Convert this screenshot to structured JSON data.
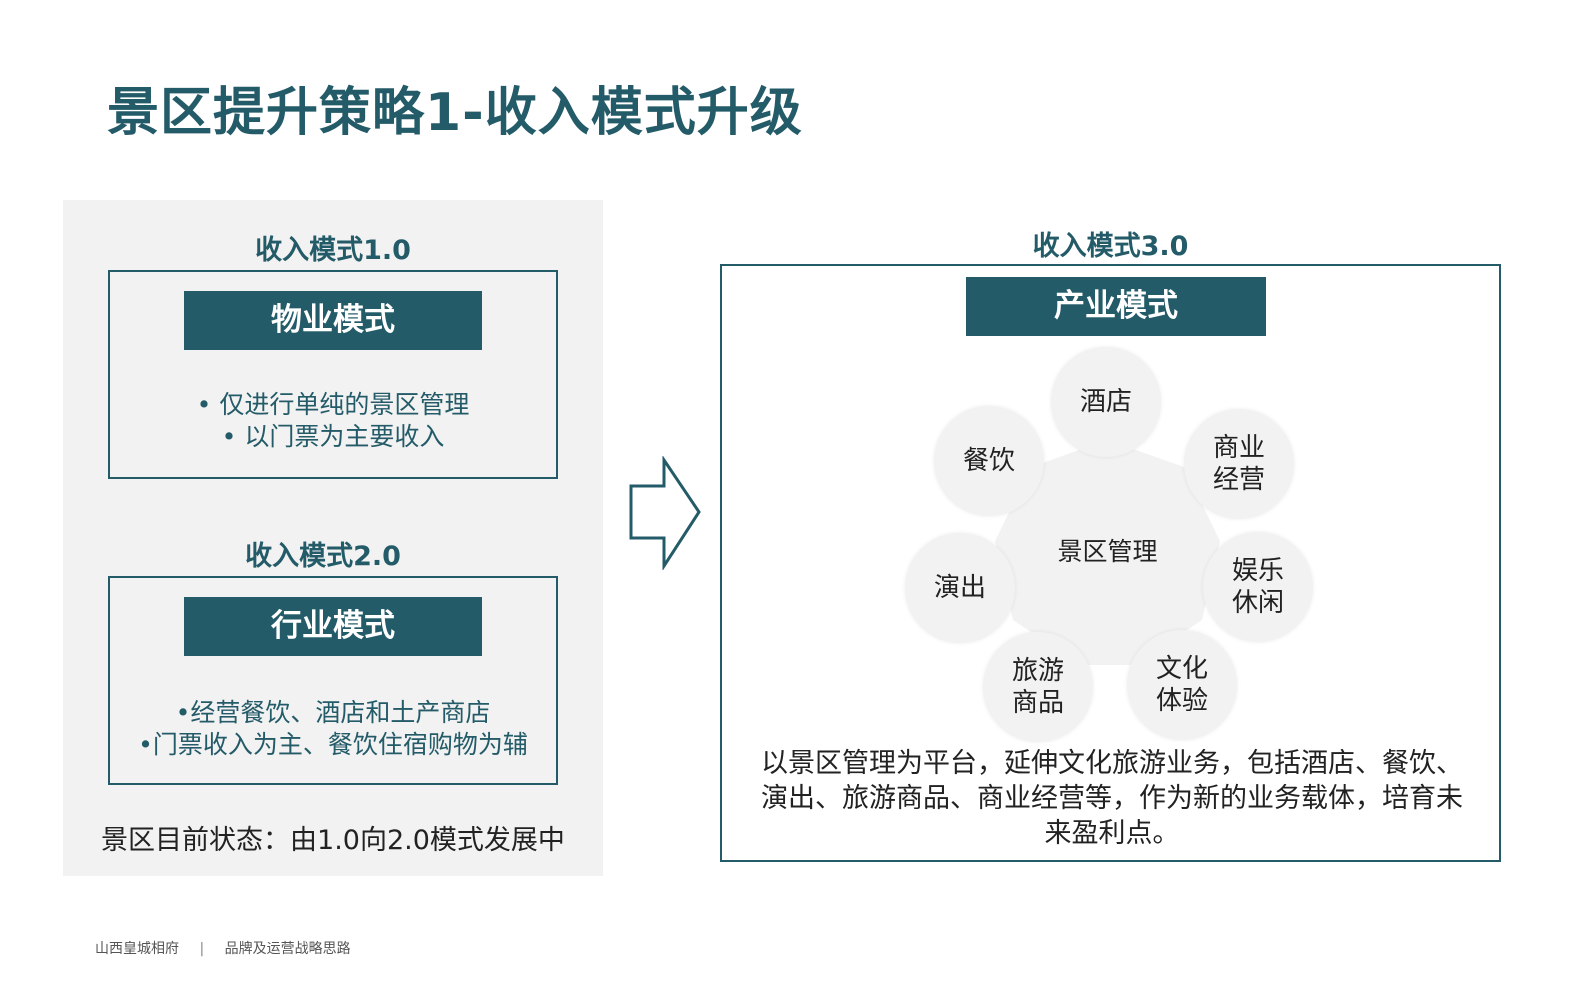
{
  "title": "景区提升策略1-收入模式升级",
  "left": {
    "mode1": {
      "label": "收入模式1.0",
      "banner": "物业模式",
      "bullets": [
        "• 仅进行单纯的景区管理",
        "• 以门票为主要收入"
      ]
    },
    "mode2": {
      "label": "收入模式2.0",
      "banner": "行业模式",
      "bullets": [
        "•经营餐饮、酒店和土产商店",
        "•门票收入为主、餐饮住宿购物为辅"
      ]
    },
    "status": "景区目前状态：由1.0向2.0模式发展中"
  },
  "right": {
    "label": "收入模式3.0",
    "banner": "产业模式",
    "hub": "景区管理",
    "nodes": [
      "酒店",
      "商业经营",
      "娱乐休闲",
      "文化体验",
      "旅游商品",
      "演出",
      "餐饮"
    ],
    "description": "以景区管理为平台，延伸文化旅游业务，包括酒店、餐饮、演出、旅游商品、商业经营等，作为新的业务载体，培育未来盈利点。"
  },
  "footer": {
    "company": "山西皇城相府",
    "separator": "|",
    "section": "品牌及运营战略思路"
  },
  "colors": {
    "accent": "#245b68",
    "panel": "#f2f2f2"
  }
}
